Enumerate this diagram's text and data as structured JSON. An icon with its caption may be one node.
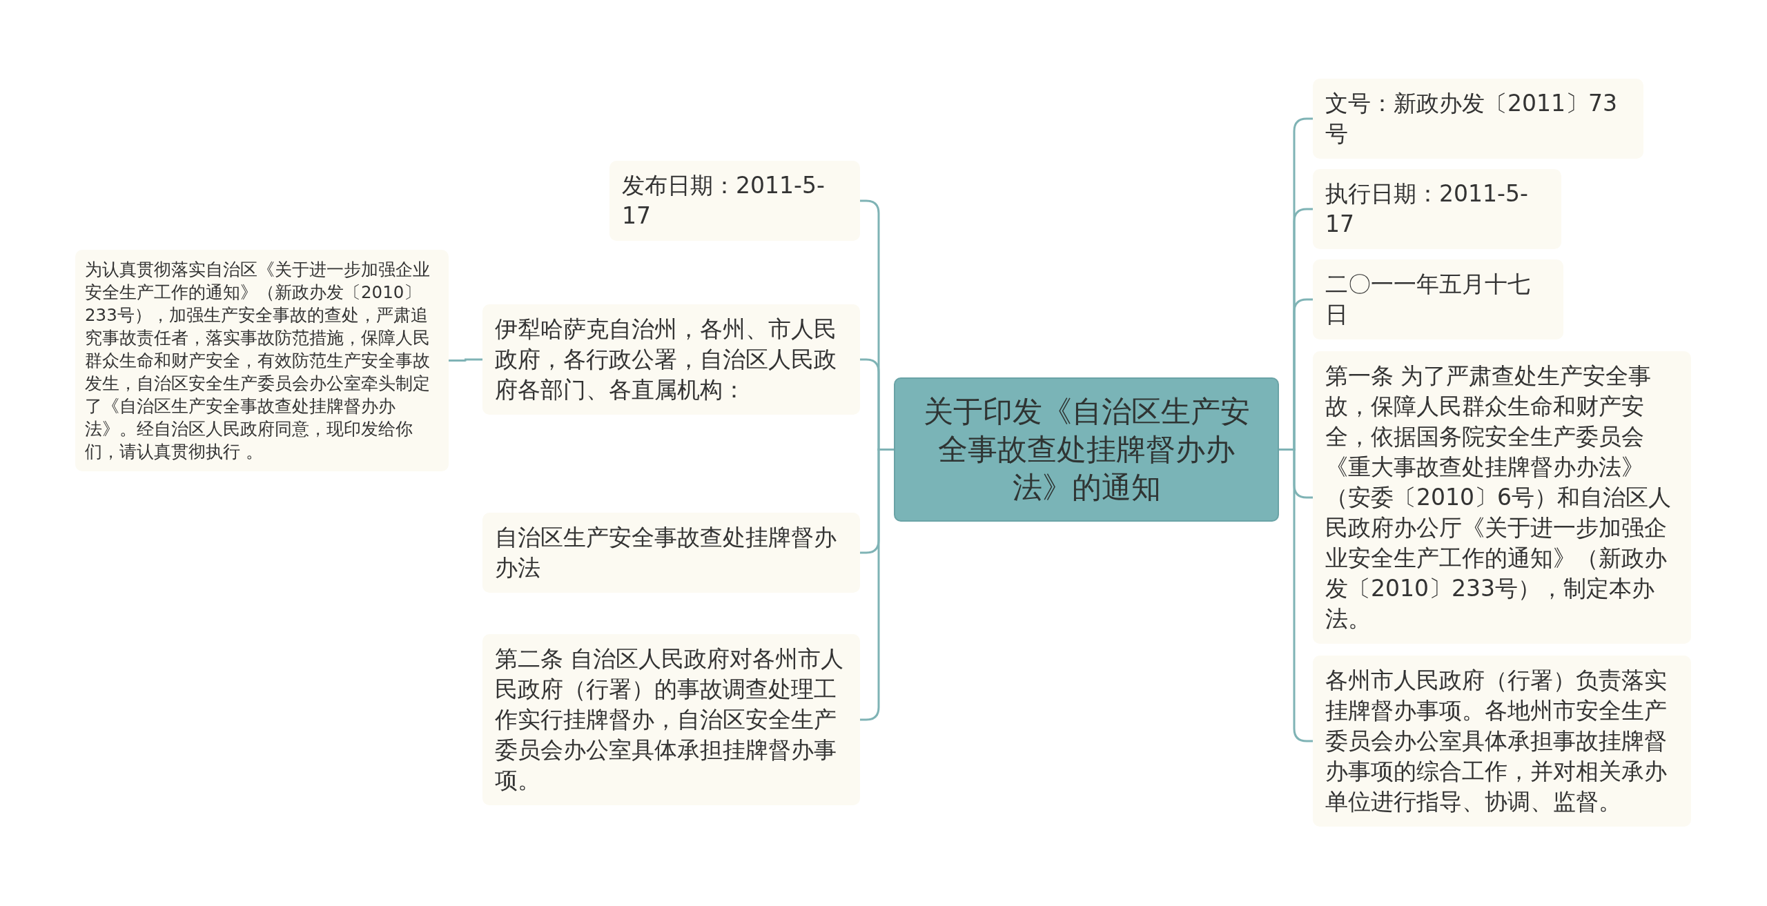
{
  "diagram": {
    "nodes": [
      {
        "text": [
          "关于印发《自治区生产安全事故查处挂牌督办办法》的通知"
        ]
      },
      {
        "text": [
          "发布日期：2011-5-17"
        ]
      },
      {
        "text": [
          "伊犁哈萨克自治州，各州、市人民政府，各行政公署，自治区人民政府各部门、各直属机构："
        ]
      },
      {
        "text": [
          "自治区生产安全事故查处挂牌督办办法"
        ]
      },
      {
        "text": [
          "第二条 自治区人民政府对各州市人民政府（行署）的事故调查处理工作实行挂牌督办，自治区安全生产委员会办公室具体承担挂牌督办事项。"
        ]
      },
      {
        "text": [
          "为认真贯彻落实自治区《关于进一步加强企业安全生产工作的通知》（新政办发〔2010〕233号），加强生产安全事故的查处，严肃追究事故责任者，落实事故防范措施，保障人民群众生命和财产安全，有效防范生产安全事故发生，自治区安全生产委员会办公室牵头制定了《自治区生产安全事故查处挂牌督办办法》。经自治区人民政府同意，现印发给你们，请认真贯彻执行 。"
        ]
      },
      {
        "text": [
          "文号：新政办发〔2011〕73号"
        ]
      },
      {
        "text": [
          "执行日期：2011-5-17"
        ]
      },
      {
        "text": [
          "二〇一一年五月十七日"
        ]
      },
      {
        "text": [
          "第一条 为了严肃查处生产安全事故，保障人民群众生命和财产安全，依据国务院安全生产委员会《重大事故查处挂牌督办办法》（安委〔2010〕6号）和自治区人民政府办公厅《关于进一步加强企业安全生产工作的通知》（新政办发〔2010〕233号），制定本办法。"
        ]
      },
      {
        "text": [
          "各州市人民政府（行署）负责落实挂牌督办事项。各地州市安全生产委员会办公室具体承担事故挂牌督办事项的综合工作，并对相关承办单位进行指导、协调、监督。"
        ]
      }
    ],
    "edges": [
      {
        "from": 0,
        "to": 1,
        "arrow": "none"
      },
      {
        "from": 0,
        "to": 2,
        "arrow": "none"
      },
      {
        "from": 0,
        "to": 3,
        "arrow": "none"
      },
      {
        "from": 0,
        "to": 4,
        "arrow": "none"
      },
      {
        "from": 2,
        "to": 5,
        "arrow": "none"
      },
      {
        "from": 0,
        "to": 6,
        "arrow": "none"
      },
      {
        "from": 0,
        "to": 7,
        "arrow": "none"
      },
      {
        "from": 0,
        "to": 8,
        "arrow": "none"
      },
      {
        "from": 0,
        "to": 9,
        "arrow": "none"
      },
      {
        "from": 0,
        "to": 10,
        "arrow": "none"
      }
    ]
  }
}
